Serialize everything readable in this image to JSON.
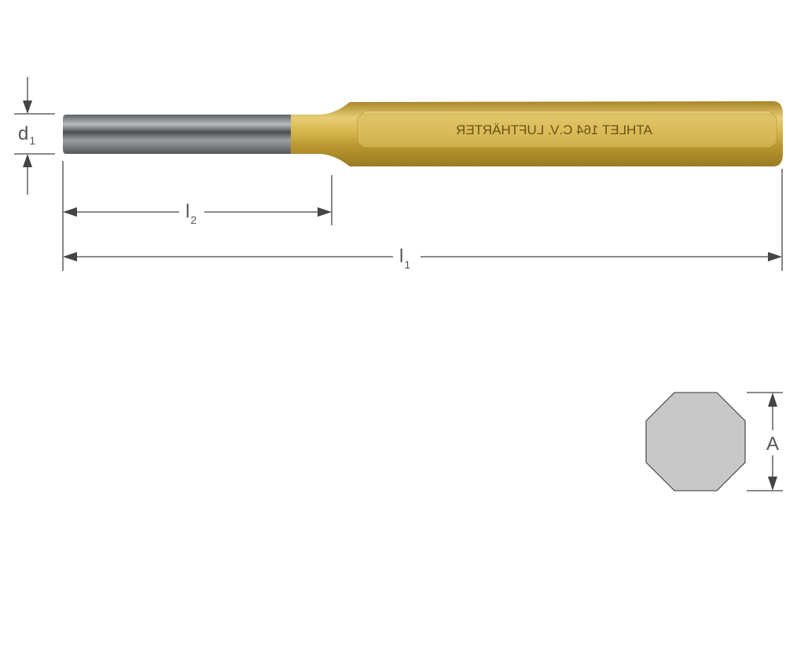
{
  "labels": {
    "d": "d",
    "d_sub": "1",
    "l2": "l",
    "l2_sub": "2",
    "l1": "l",
    "l1_sub": "1",
    "a": "A"
  },
  "engraving": "ATHLET 164 C.V. LUFTHÄRTER",
  "colors": {
    "shaft": "#8a8d90",
    "gold": "#c9a43a",
    "section": "#c8c8c8",
    "dimension": "#444444"
  }
}
